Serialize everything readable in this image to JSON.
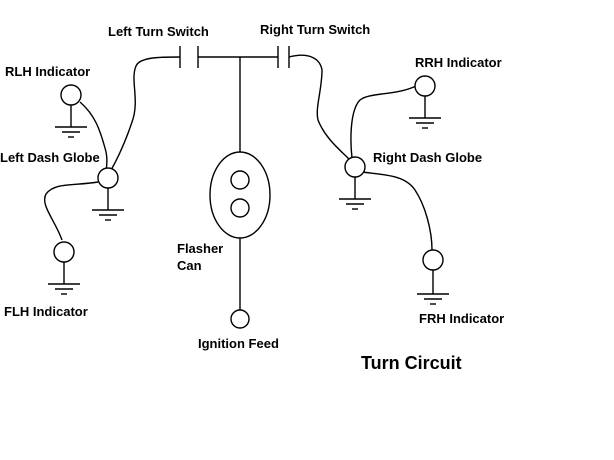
{
  "labels": {
    "left_turn_switch": "Left Turn Switch",
    "right_turn_switch": "Right Turn Switch",
    "rlh_indicator": "RLH Indicator",
    "rrh_indicator": "RRH Indicator",
    "left_dash_globe": "Left Dash Globe",
    "right_dash_globe": "Right Dash Globe",
    "flasher_can_line1": "Flasher",
    "flasher_can_line2": "Can",
    "flh_indicator": "FLH Indicator",
    "frh_indicator": "FRH Indicator",
    "ignition_feed": "Ignition Feed",
    "title": "Turn Circuit"
  }
}
